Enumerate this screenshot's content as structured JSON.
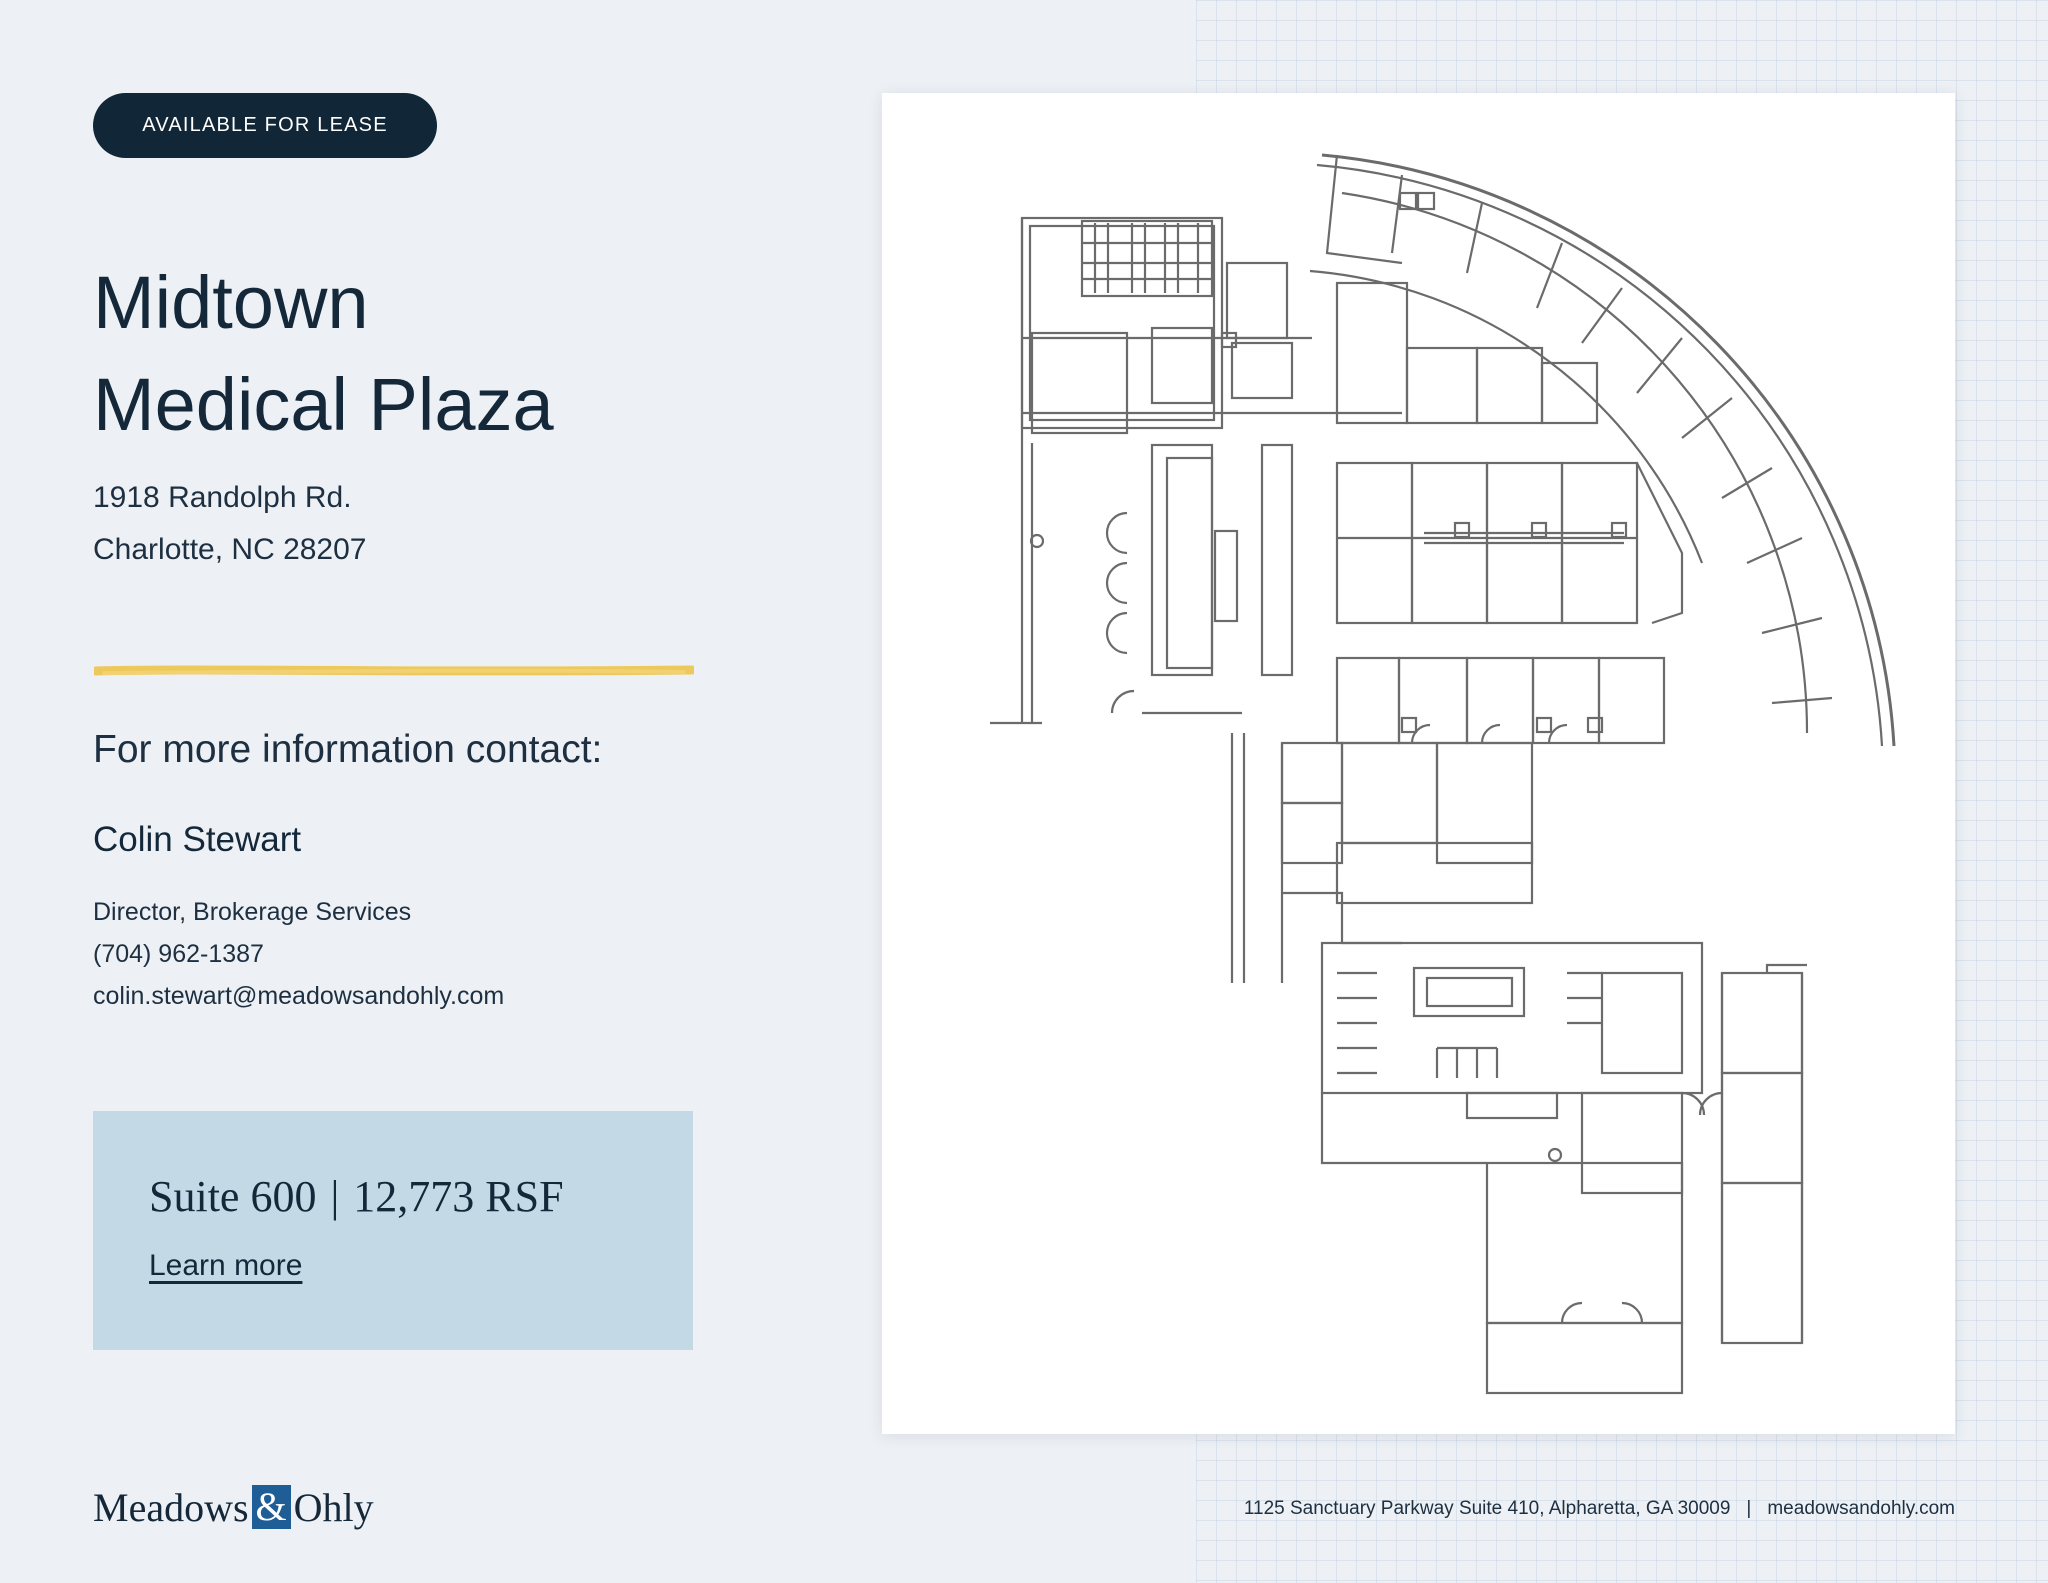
{
  "badge": "AVAILABLE FOR LEASE",
  "property": {
    "title_line1": "Midtown",
    "title_line2": "Medical Plaza",
    "address_line1": "1918 Randolph Rd.",
    "address_line2": "Charlotte, NC 28207"
  },
  "contact": {
    "heading": "For more information contact:",
    "name": "Colin Stewart",
    "title": "Director, Brokerage Services",
    "phone": "(704) 962-1387",
    "email": "colin.stewart@meadowsandohly.com"
  },
  "suite": {
    "name": "Suite 600",
    "separator": "|",
    "size": "12,773 RSF",
    "link_label": "Learn more"
  },
  "brand": {
    "name_part1": "Meadows",
    "ampersand": "&",
    "name_part2": "Ohly",
    "office_address": "1125 Sanctuary Parkway Suite 410, Alpharetta, GA 30009",
    "separator": "|",
    "website": "meadowsandohly.com"
  },
  "colors": {
    "background": "#edf1f5",
    "badge": "#112637",
    "accent_stroke": "#edc95c",
    "suite_box": "#c3d9e6",
    "logo_ampersand": "#1f5d96",
    "plan_lines": "#6b6b6b"
  }
}
